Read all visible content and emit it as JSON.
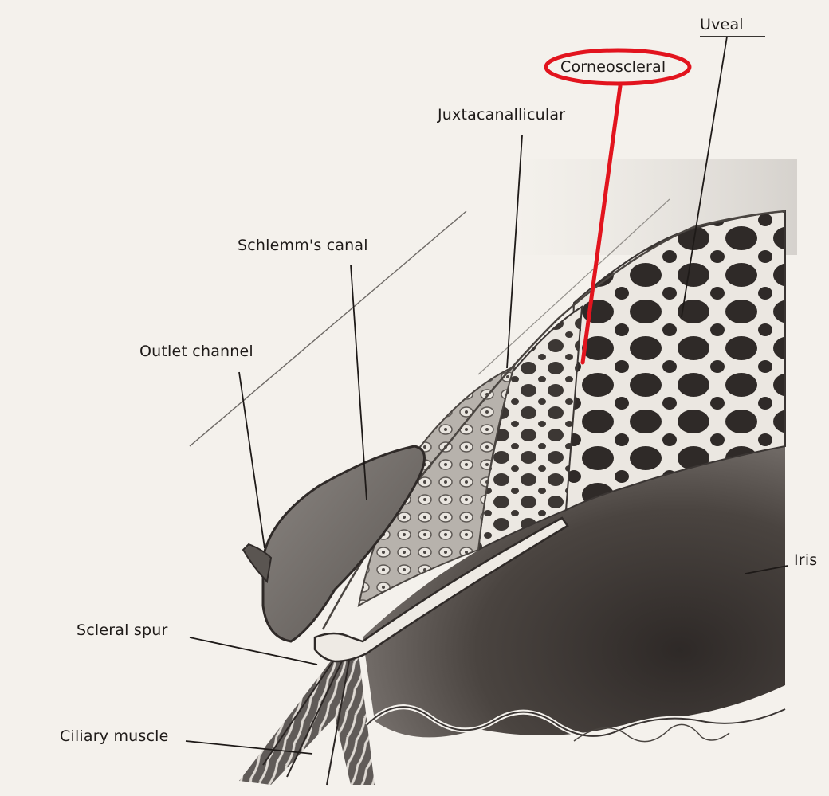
{
  "labels": {
    "uveal": "Uveal",
    "corneoscleral": "Corneoscleral",
    "juxtacanalicular": "Juxtacanallicular",
    "schlemms_canal": "Schlemm's canal",
    "outlet_channel": "Outlet channel",
    "iris": "Iris",
    "scleral_spur": "Scleral spur",
    "ciliary_muscle": "Ciliary muscle"
  },
  "highlight": {
    "color": "#e2141e",
    "target": "Corneoscleral"
  },
  "colors": {
    "paper": "#f4f1ec",
    "ink": "#1e1a18",
    "tissue_dark": "#3a3533",
    "tissue_mid": "#8f8a85"
  }
}
